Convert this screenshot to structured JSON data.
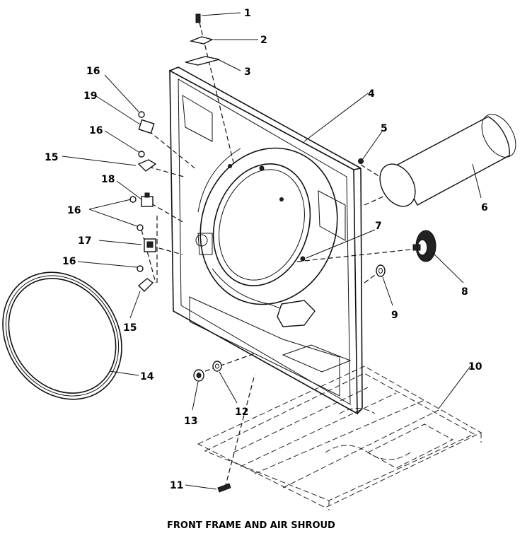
{
  "caption": "FRONT FRAME AND AIR SHROUD",
  "callouts": [
    "1",
    "2",
    "3",
    "4",
    "5",
    "6",
    "7",
    "8",
    "9",
    "10",
    "11",
    "12",
    "13",
    "14",
    "15",
    "16",
    "17",
    "18",
    "19"
  ]
}
